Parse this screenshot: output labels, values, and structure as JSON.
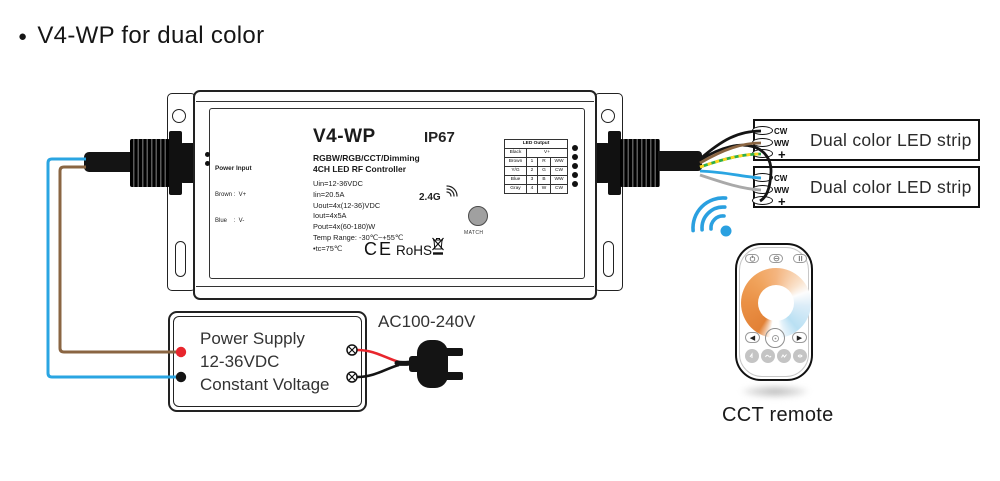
{
  "title": "V4-WP for dual color",
  "controller": {
    "model": "V4-WP",
    "ip_rating": "IP67",
    "type_line1": "RGBW/RGB/CCT/Dimming",
    "type_line2": "4CH LED RF Controller",
    "specs": [
      "Uin=12-36VDC",
      "Iin=20.5A",
      "Uout=4x(12-36)VDC",
      "Iout=4x5A",
      "Pout=4x(60-180)W",
      "Temp Range: -30℃~+55℃",
      "•tc=75℃"
    ],
    "rf_label": "2.4G",
    "match_label": "MATCH",
    "cert_ce": "CE",
    "cert_rohs": "RoHS",
    "power_input": {
      "title": "Power Input",
      "line1": "Brown :  V+",
      "line2": "Blue    :  V-"
    },
    "led_output": {
      "title": "LED Output",
      "rows": [
        {
          "c0": "Black",
          "c1": "V+",
          "c2": "",
          "c3": ""
        },
        {
          "c0": "Brown",
          "c1": "1",
          "c2": "R",
          "c3": "WW"
        },
        {
          "c0": "Y/G",
          "c1": "2",
          "c2": "G",
          "c3": "CW"
        },
        {
          "c0": "Blue",
          "c1": "3",
          "c2": "B",
          "c3": "WW"
        },
        {
          "c0": "Gray",
          "c1": "4",
          "c2": "W",
          "c3": "CW"
        }
      ]
    }
  },
  "strips": {
    "strip1": {
      "label": "Dual color LED strip",
      "t1": "CW",
      "t2": "WW",
      "t3": "+"
    },
    "strip2": {
      "label": "Dual color LED strip",
      "t1": "CW",
      "t2": "WW",
      "t3": "+"
    }
  },
  "power_supply": {
    "line1": "Power Supply",
    "line2": "12-36VDC",
    "line3": "Constant Voltage",
    "ac_label": "AC100-240V"
  },
  "remote": {
    "caption": "CCT remote"
  },
  "icons": {
    "rf_signal": "blue-rf-signal-arcs",
    "rf_2_4g": "2.4g-mini-arcs",
    "weee": "crossed-out-bin",
    "plug": "ac-two-prong-plug"
  },
  "wire_colors": {
    "brown": "#8a6542",
    "blue": "#2aa5e2",
    "black": "#141414",
    "gray": "#a9a9a9",
    "green": "#2fae47",
    "yellow": "#ffd51c",
    "red": "#e8262d",
    "signal_blue": "#2aa0e0"
  }
}
